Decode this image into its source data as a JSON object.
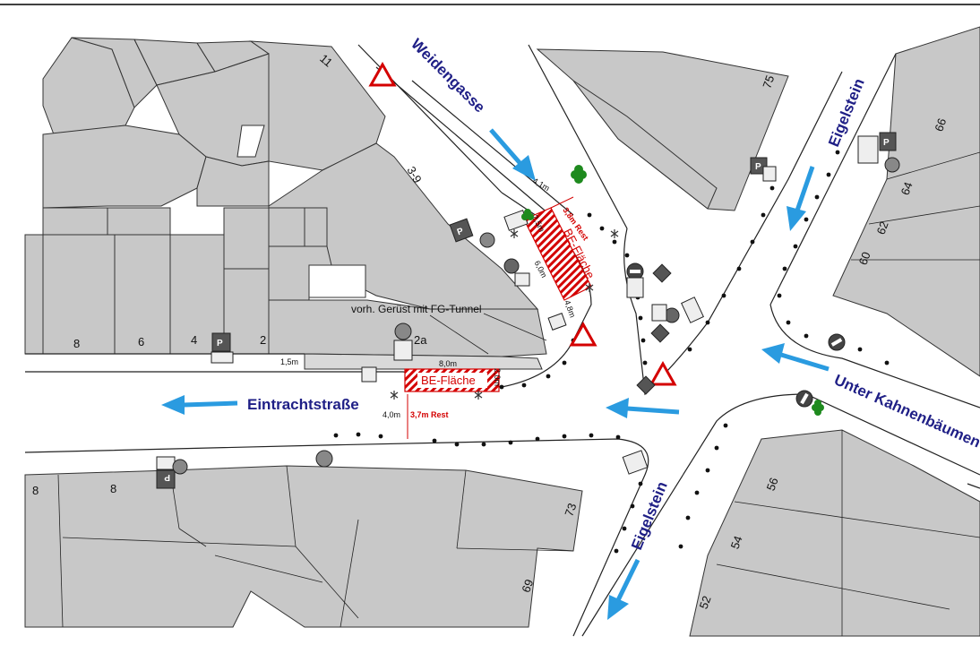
{
  "streets": {
    "weidengasse": "Weidengasse",
    "eigelstein_top": "Eigelstein",
    "eigelstein_bottom": "Eigelstein",
    "eintrachtstrasse": "Eintrachtstraße",
    "unter_kahnenbaeumen": "Unter Kahnenbäumen"
  },
  "house_numbers": {
    "n11": "11",
    "n3_9": "3-9",
    "n75": "75",
    "n66": "66",
    "n64": "64",
    "n62": "62",
    "n60": "60",
    "n8a": "8",
    "n6": "6",
    "n4": "4",
    "n2": "2",
    "n2a": "2a",
    "n8b": "8",
    "n8c": "8",
    "n73": "73",
    "n69": "69",
    "n56": "56",
    "n54": "54",
    "n52": "52"
  },
  "dimensions": {
    "d4_1": "4,1m",
    "d6_0": "6,0m",
    "d4_8": "4,8m",
    "d1_5": "1,5m",
    "d8_0": "8,0m",
    "d2_0": "2,0m",
    "d4_0": "4,0m",
    "d2_5": "2,5m"
  },
  "rest_labels": {
    "r3_8": "3,8m Rest",
    "r3_7": "3,7m Rest"
  },
  "construction": {
    "be_area_label": "BE-Fläche",
    "scaffold_note": "vorh. Gerüst mit FG-Tunnel"
  },
  "signs": {
    "parking_letter": "P"
  },
  "colors": {
    "street_label": "#1f1f86",
    "arrow": "#2a9be0",
    "building": "#c8c8c8",
    "be_area": "#d40000",
    "tree": "#1e8a1e"
  },
  "icons": [
    "parking-sign-icon",
    "warning-triangle-icon",
    "no-entry-sign-icon",
    "tree-icon",
    "direction-sign-icon",
    "no-parking-sign-icon",
    "warning-beacon-icon"
  ]
}
